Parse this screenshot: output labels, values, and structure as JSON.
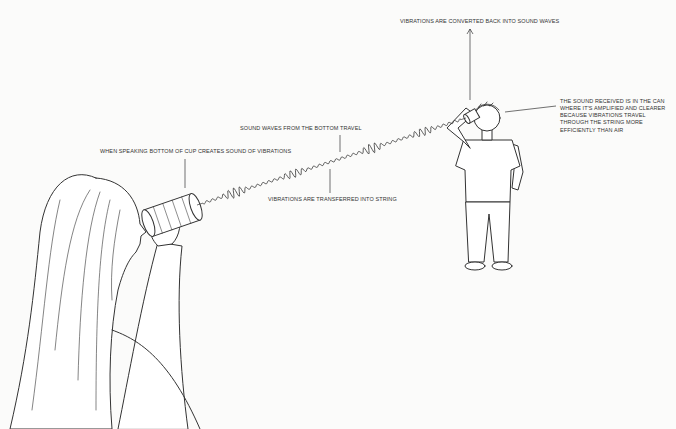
{
  "diagram": {
    "labels": [
      "VIBRATIONS ARE CONVERTED BACK INTO SOUND WAVES",
      "WHEN SPEAKING BOTTOM OF CUP CREATES SOUND OF VIBRATIONS",
      "SOUND WAVES FROM THE BOTTOM TRAVEL",
      "VIBRATIONS ARE TRANSFERRED INTO STRING",
      "THE SOUND RECEIVED IS IN THE CAN WHERE IT'S AMPLIFIED AND CLEARER BECAUSE VIBRATIONS TRAVEL THROUGH THE STRING MORE EFFICIENTLY THAN AIR"
    ]
  }
}
